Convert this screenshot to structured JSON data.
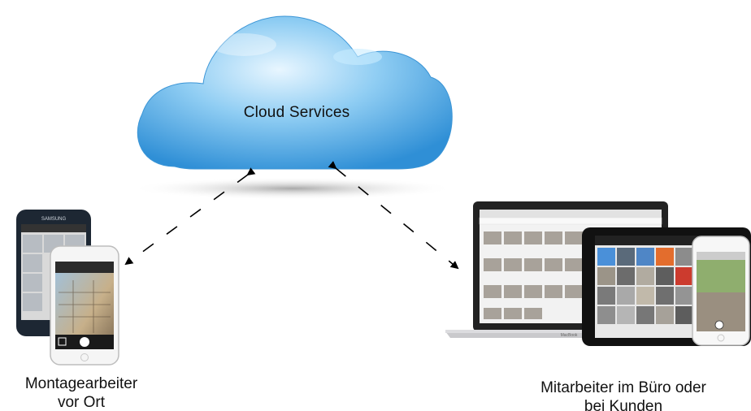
{
  "cloud": {
    "label": "Cloud Services",
    "icon": "cloud-icon",
    "color": "#6fb8ea"
  },
  "left_group": {
    "caption_line1": "Montagearbeiter",
    "caption_line2": "vor Ort",
    "devices": [
      "android-phone-icon",
      "iphone-icon"
    ],
    "phone_brand": "SAMSUNG"
  },
  "right_group": {
    "caption_line1": "Mitarbeiter im Büro oder",
    "caption_line2": "bei Kunden",
    "devices": [
      "laptop-icon",
      "tablet-icon",
      "iphone-icon"
    ],
    "laptop_brand": "MacBook"
  },
  "arrows": [
    {
      "from": "cloud",
      "to": "left_group",
      "style": "dashed",
      "direction": "bidirectional"
    },
    {
      "from": "cloud",
      "to": "right_group",
      "style": "dashed",
      "direction": "bidirectional"
    }
  ]
}
